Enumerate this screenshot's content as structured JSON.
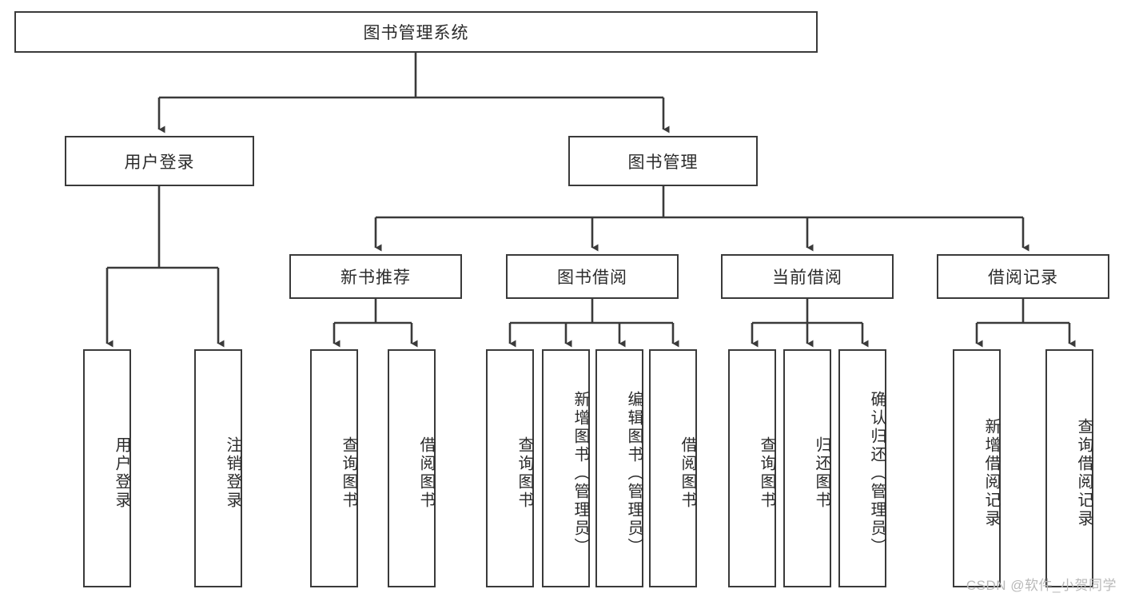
{
  "diagram": {
    "type": "tree-hierarchy-flowchart",
    "root": {
      "label": "图书管理系统"
    },
    "level2": [
      {
        "label": "用户登录"
      },
      {
        "label": "图书管理"
      }
    ],
    "level3": [
      {
        "label": "新书推荐"
      },
      {
        "label": "图书借阅"
      },
      {
        "label": "当前借阅"
      },
      {
        "label": "借阅记录"
      }
    ],
    "leaves": {
      "user_login": [
        {
          "label": "用户登录"
        },
        {
          "label": "注销登录"
        }
      ],
      "new_book_recommend": [
        {
          "label": "查询图书"
        },
        {
          "label": "借阅图书"
        }
      ],
      "book_borrow": [
        {
          "label": "查询图书"
        },
        {
          "label": "新增图书（管理员）"
        },
        {
          "label": "编辑图书（管理员）"
        },
        {
          "label": "借阅图书"
        }
      ],
      "current_borrow": [
        {
          "label": "查询图书"
        },
        {
          "label": "归还图书"
        },
        {
          "label": "确认归还（管理员）"
        }
      ],
      "borrow_record": [
        {
          "label": "新增借阅记录"
        },
        {
          "label": "查询借阅记录"
        }
      ]
    }
  },
  "watermark": {
    "text": "CSDN @软件_小贺同学"
  },
  "colors": {
    "stroke": "#3a3a3a",
    "text": "#2b2b2b",
    "background": "#ffffff",
    "watermark": "#b9b9b9"
  }
}
